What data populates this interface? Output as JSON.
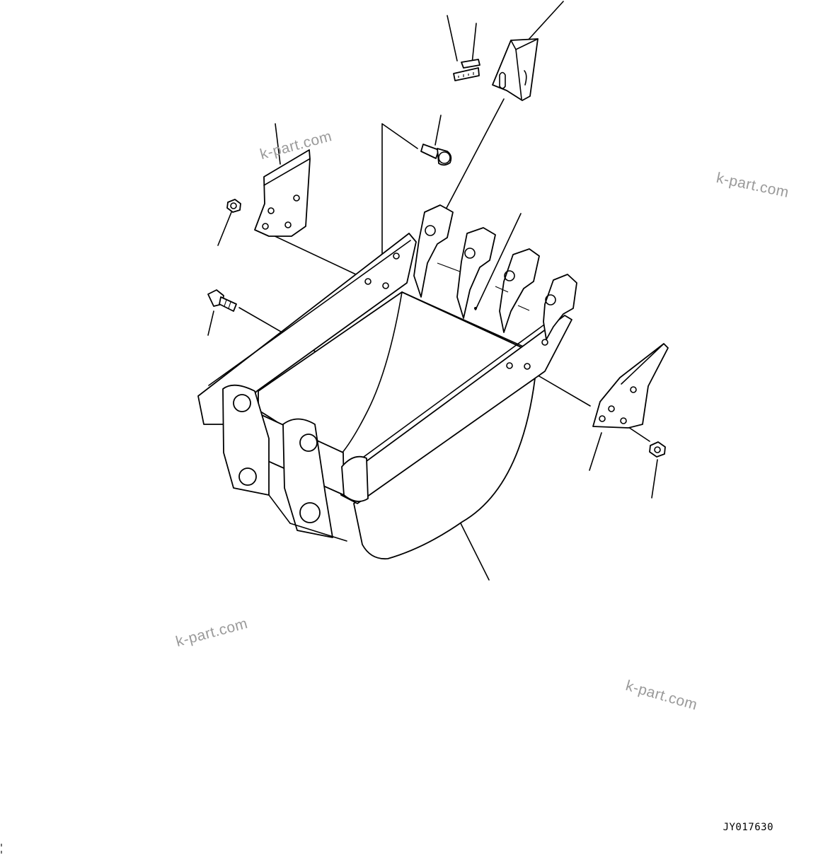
{
  "watermarks": [
    {
      "text": "k-part.com"
    },
    {
      "text": "k-part.com"
    },
    {
      "text": "k-part.com"
    },
    {
      "text": "k-part.com"
    }
  ],
  "drawing_code": "JY017630"
}
